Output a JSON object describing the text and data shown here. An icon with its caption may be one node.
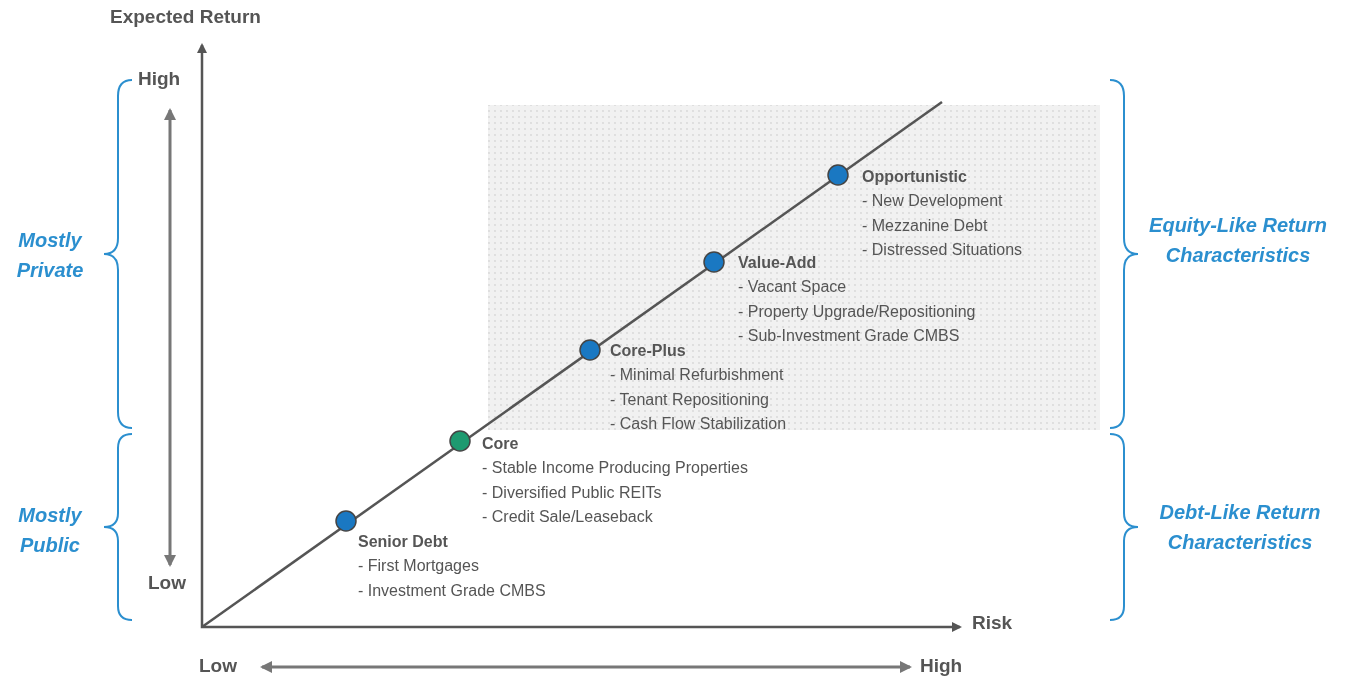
{
  "diagram": {
    "nodes": [
      {
        "text": [
          "Senior Debt",
          "- First Mortgages",
          "- Investment Grade CMBS"
        ]
      },
      {
        "text": [
          "Core",
          "- Stable Income Producing Properties",
          "- Diversified Public REITs",
          "- Credit Sale/Leaseback"
        ]
      },
      {
        "text": [
          "Core-Plus",
          "- Minimal Refurbishment",
          "- Tenant Repositioning",
          "- Cash Flow Stabilization"
        ]
      },
      {
        "text": [
          "Value-Add",
          "- Vacant Space",
          "- Property Upgrade/Repositioning",
          "- Sub-Investment Grade CMBS"
        ]
      },
      {
        "text": [
          "Opportunistic",
          "- New Development",
          "- Mezzanine Debt",
          "- Distressed Situations"
        ]
      }
    ],
    "labels": [
      "Expected Return",
      "High",
      "Mostly Private",
      "Equity-Like Return Characteristics",
      "Mostly Public",
      "Debt-Like Return Characteristics",
      "Low",
      "Risk",
      "Low",
      "High"
    ]
  }
}
